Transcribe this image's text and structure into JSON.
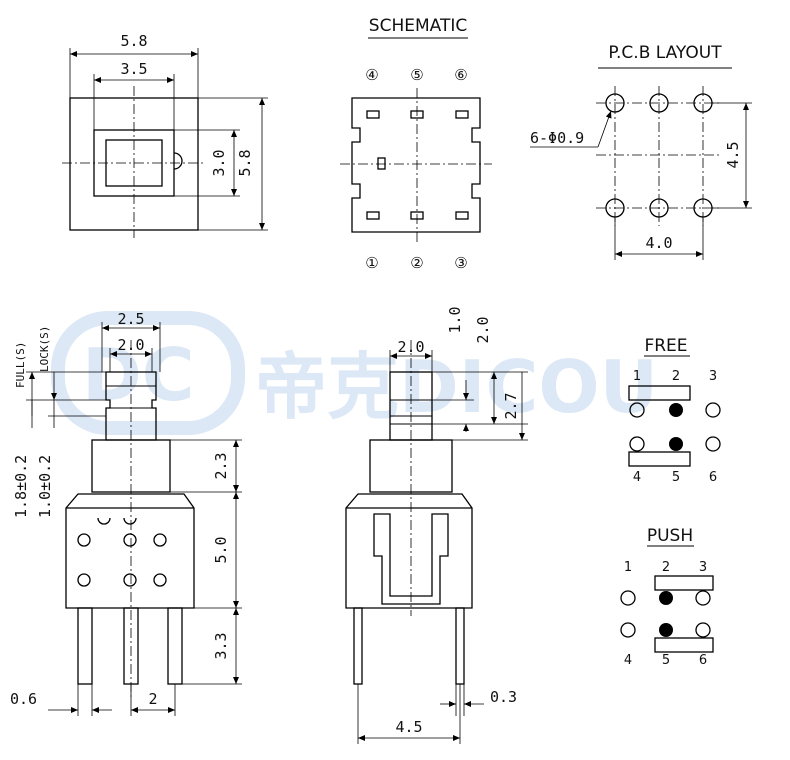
{
  "watermark": {
    "logo_text": "DC",
    "brand": "帝克DICOU"
  },
  "top_view": {
    "dim_outer_width": "5.8",
    "dim_inner_width": "3.5",
    "dim_inner_height": "3.0",
    "dim_outer_height": "5.8"
  },
  "schematic": {
    "title": "SCHEMATIC",
    "top_pins": [
      "④",
      "⑤",
      "⑥"
    ],
    "bottom_pins": [
      "①",
      "②",
      "③"
    ]
  },
  "pcb_layout": {
    "title": "P.C.B LAYOUT",
    "hole_label": "6-Φ0.9",
    "dim_vertical": "4.5",
    "dim_horizontal": "4.0"
  },
  "side_view_left": {
    "dim_top_outer": "2.5",
    "dim_top_inner": "2.0",
    "label_full": "FULL(S)",
    "label_lock": "LOCK(S)",
    "dim_full_travel": "1.8±0.2",
    "dim_lock_travel": "1.0±0.2",
    "dim_cap_height": "2.3",
    "dim_body_height": "5.0",
    "dim_pin_length": "3.3",
    "dim_pin_width": "0.6",
    "dim_pin_pitch": "2"
  },
  "side_view_right": {
    "dim_button_width": "2.0",
    "dim_a": "1.0",
    "dim_b": "2.0",
    "dim_c": "2.7",
    "dim_pin_thickness": "0.3",
    "dim_pin_span": "4.5"
  },
  "free_state": {
    "title": "FREE",
    "top_pins": [
      "1",
      "2",
      "3"
    ],
    "bottom_pins": [
      "4",
      "5",
      "6"
    ]
  },
  "push_state": {
    "title": "PUSH",
    "top_pins": [
      "1",
      "2",
      "3"
    ],
    "bottom_pins": [
      "4",
      "5",
      "6"
    ]
  }
}
